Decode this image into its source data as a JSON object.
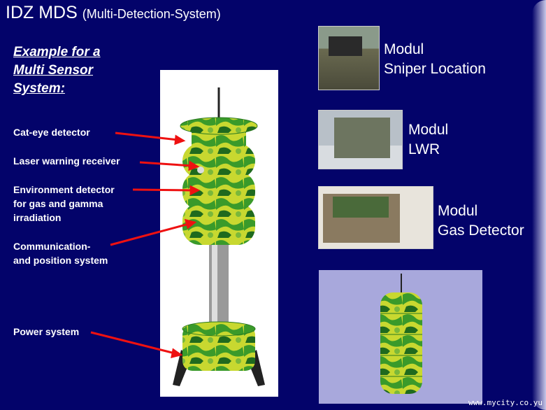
{
  "title": {
    "main": "IDZ MDS",
    "sub": "(Multi-Detection-System)"
  },
  "subtitle": [
    "Example for a",
    "Multi Sensor",
    "System:"
  ],
  "labels": {
    "cat_eye": "Cat-eye detector",
    "laser": "Laser warning receiver",
    "env1": "Environment detector",
    "env2": "for gas and gamma",
    "env3": "irradiation",
    "comm1": "Communication-",
    "comm2": "and position system",
    "power": "Power system"
  },
  "modules": [
    {
      "line1": "Modul",
      "line2": "Sniper Location"
    },
    {
      "line1": "Modul",
      "line2": "LWR"
    },
    {
      "line1": "Modul",
      "line2": "Gas Detector"
    }
  ],
  "watermark": "www.mycity.co.yu",
  "colors": {
    "background": "#03036a",
    "arrow": "#ee1111",
    "camo_green": "#3a9a2a",
    "camo_yellow": "#c8d830"
  }
}
